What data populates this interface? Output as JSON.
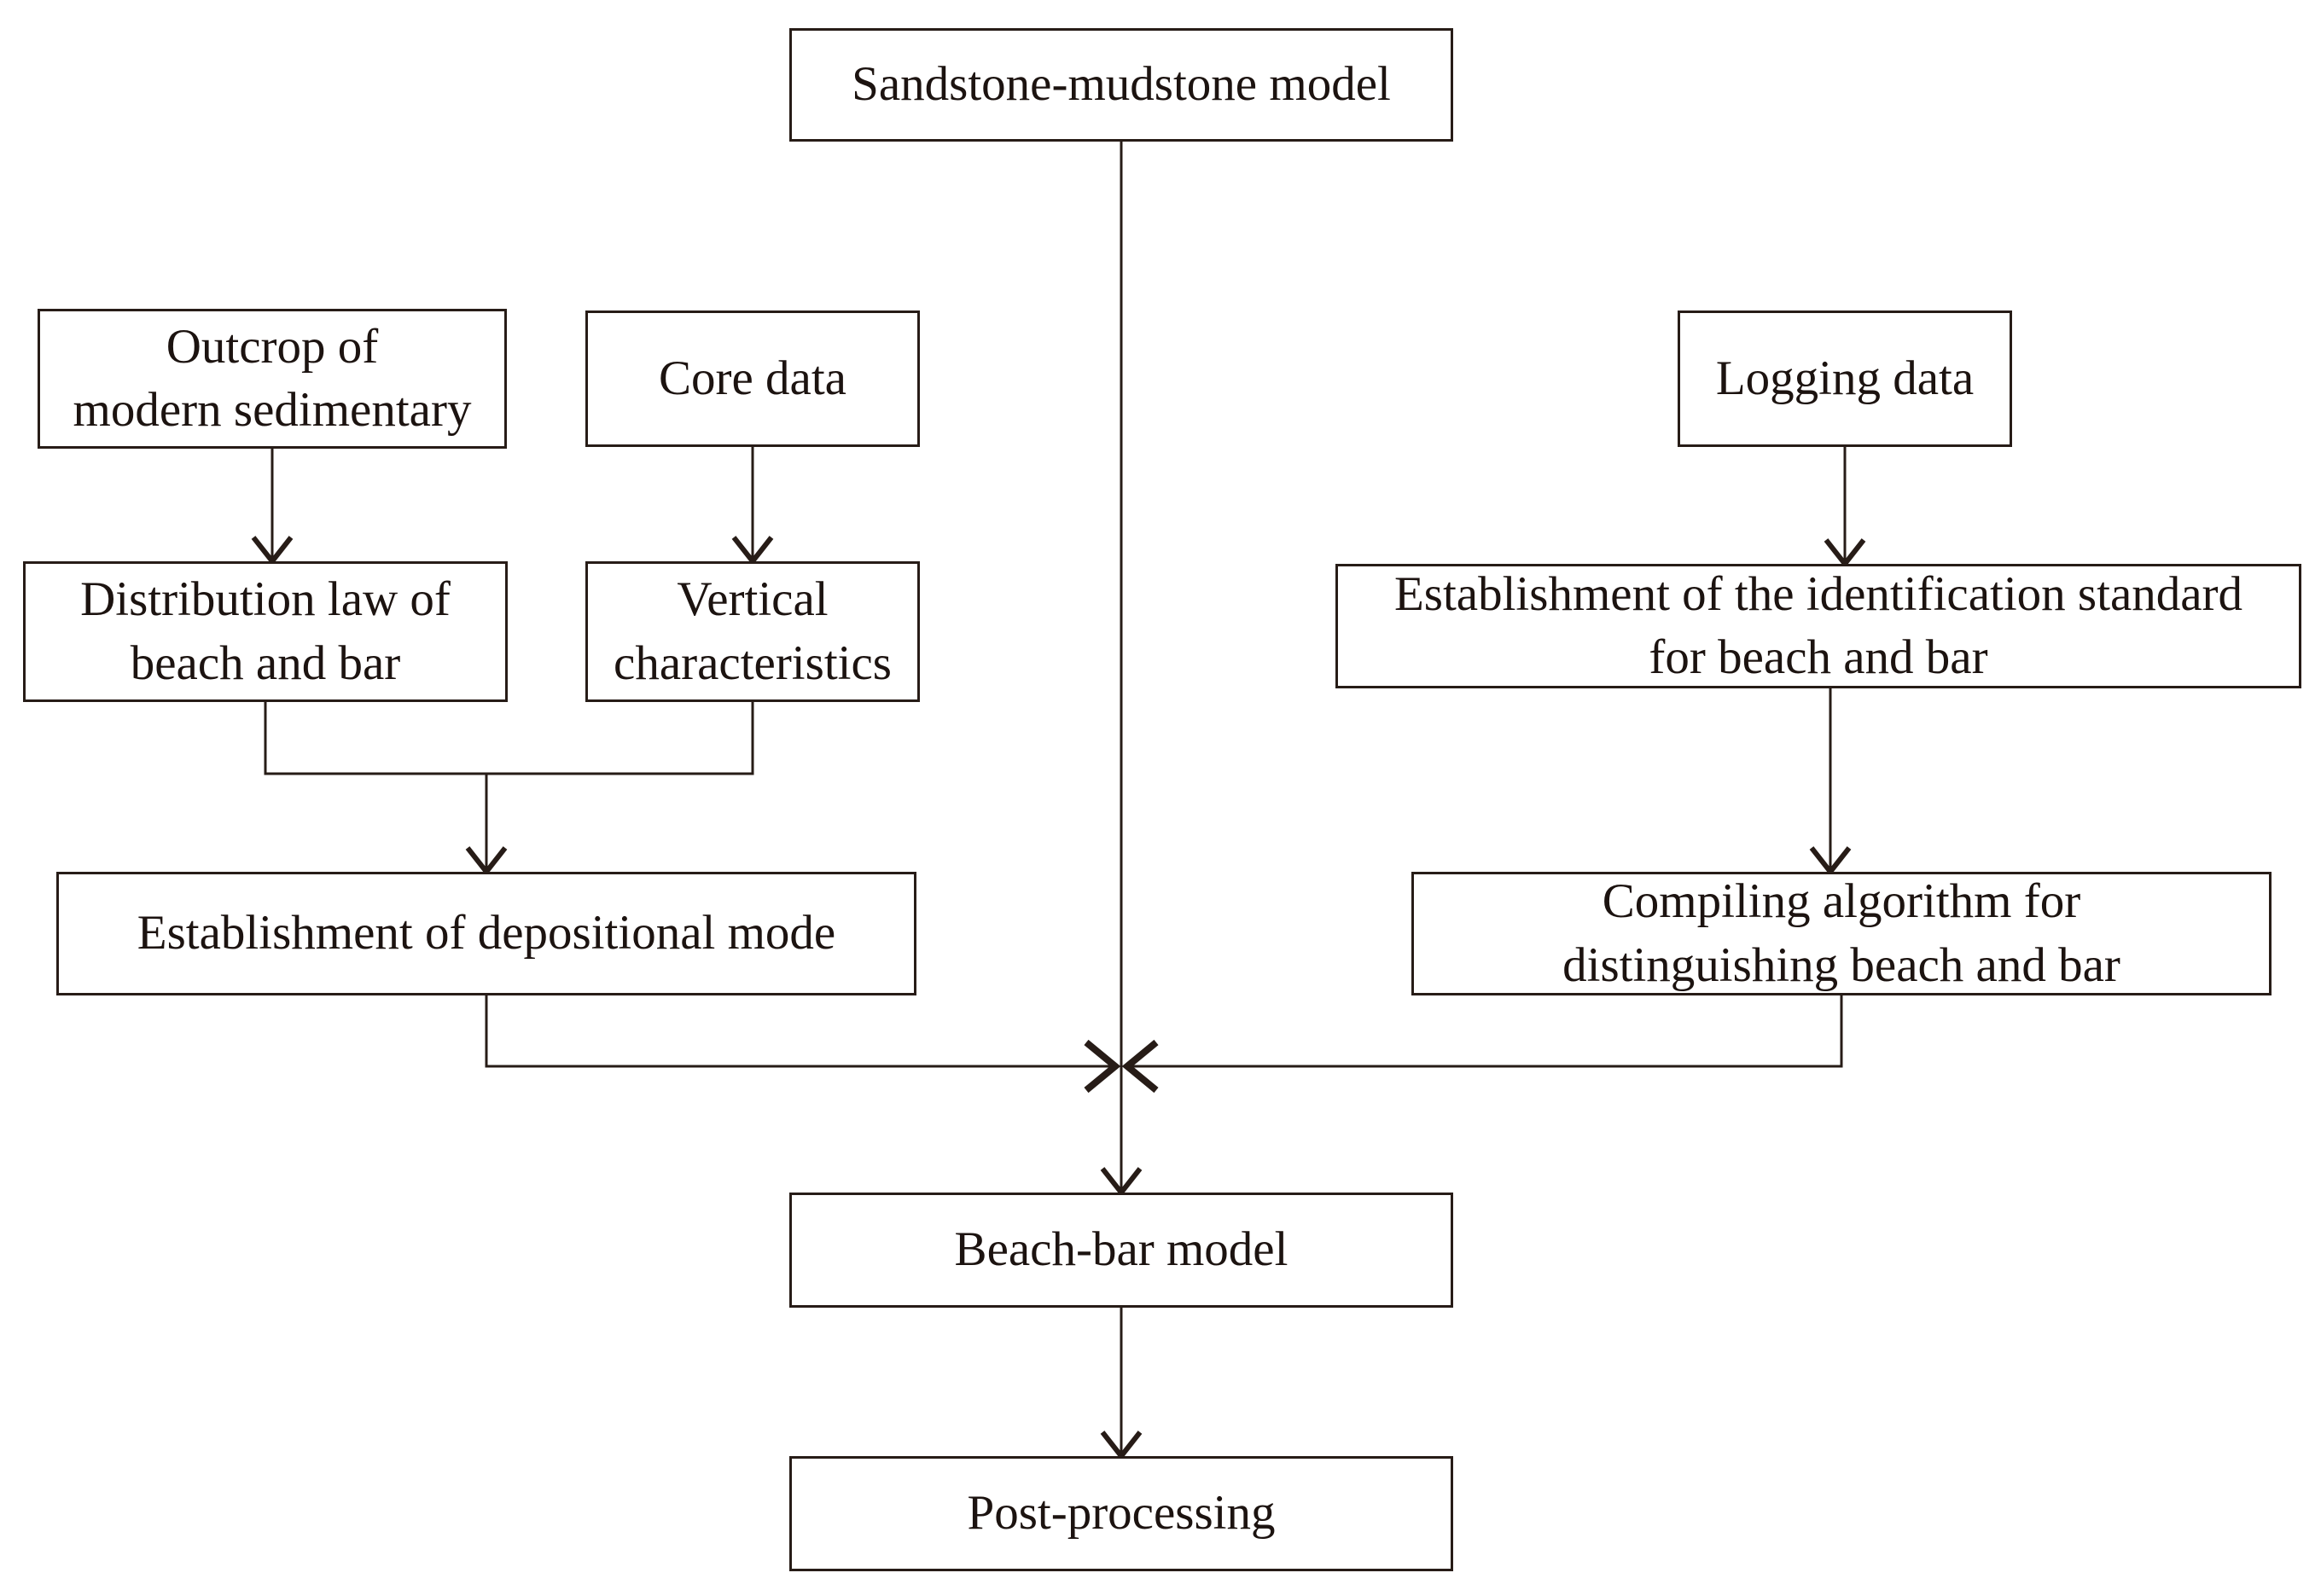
{
  "nodes": {
    "sandstone": {
      "lines": [
        "Sandstone-mudstone model"
      ]
    },
    "outcrop": {
      "lines": [
        "Outcrop of",
        "modern sedimentary"
      ]
    },
    "core": {
      "lines": [
        "Core data"
      ]
    },
    "logging": {
      "lines": [
        "Logging data"
      ]
    },
    "distribution": {
      "lines": [
        "Distribution law of",
        "beach and bar"
      ]
    },
    "vertical": {
      "lines": [
        "Vertical",
        "characteristics"
      ]
    },
    "identification": {
      "lines": [
        "Establishment of the identification standard",
        "for beach and bar"
      ]
    },
    "depositional": {
      "lines": [
        "Establishment of depositional mode"
      ]
    },
    "compiling": {
      "lines": [
        "Compiling algorithm for",
        "distinguishing beach and bar"
      ]
    },
    "beachbar": {
      "lines": [
        "Beach-bar model"
      ]
    },
    "postprocessing": {
      "lines": [
        "Post-processing"
      ]
    }
  },
  "colors": {
    "line": "#271c17",
    "text": "#1c1310",
    "background": "#ffffff"
  }
}
